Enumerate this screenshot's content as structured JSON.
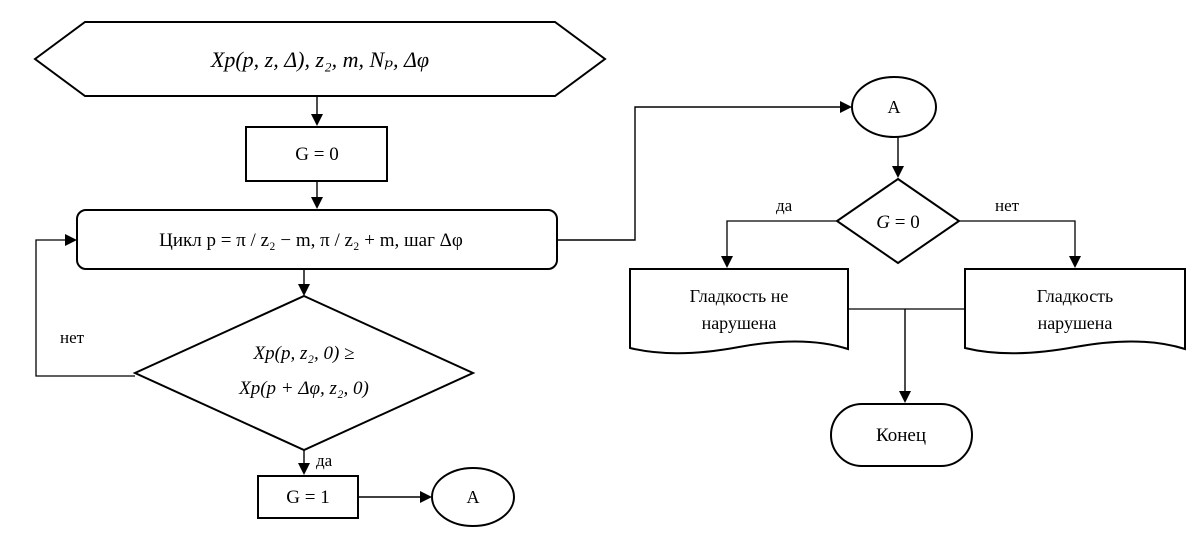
{
  "diagram": {
    "input": {
      "text": "Xp(p, z, Δ), z₂, m, Nₚ, Δφ"
    },
    "init": {
      "text": "G = 0"
    },
    "loop": {
      "text": "Цикл  p = π / z₂ − m, π / z₂ + m, шаг Δφ"
    },
    "cond1": {
      "line1": "Xp(p, z₂, 0) ≥",
      "line2": "Xp(p + Δφ, z₂, 0)"
    },
    "label_no_1": "нет",
    "label_yes_1": "да",
    "set": {
      "text": "G = 1"
    },
    "connector_left": "A",
    "connector_right": "A",
    "cond2": {
      "text": "G = 0"
    },
    "label_yes_2": "да",
    "label_no_2": "нет",
    "out_left": {
      "line1": "Гладкость не",
      "line2": "нарушена"
    },
    "out_right": {
      "line1": "Гладкость",
      "line2": "нарушена"
    },
    "end": {
      "text": "Конец"
    }
  }
}
